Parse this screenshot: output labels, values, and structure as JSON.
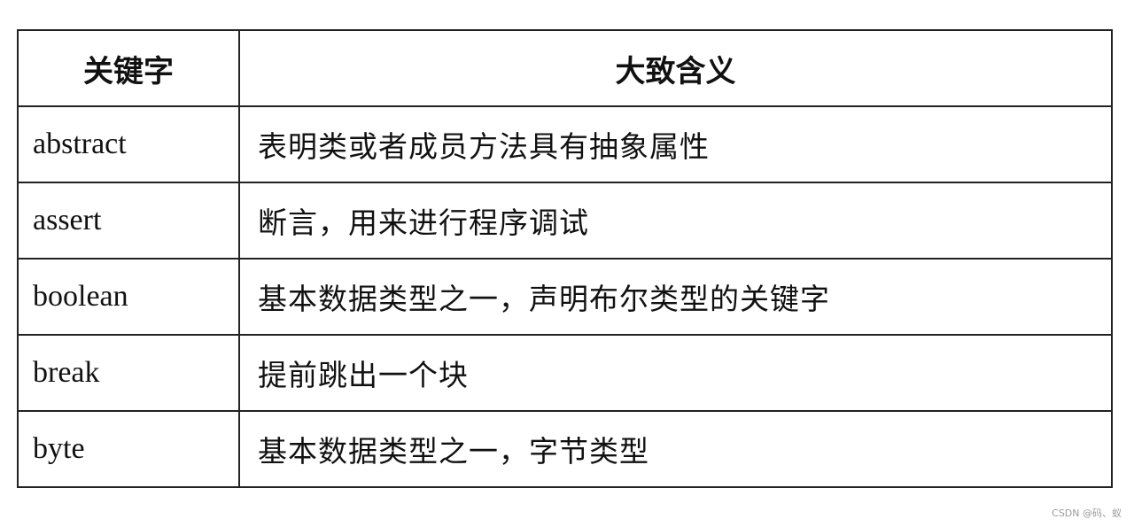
{
  "table": {
    "headers": {
      "keyword": "关键字",
      "meaning": "大致含义"
    },
    "rows": [
      {
        "keyword": "abstract",
        "meaning": "表明类或者成员方法具有抽象属性"
      },
      {
        "keyword": "assert",
        "meaning": "断言，用来进行程序调试"
      },
      {
        "keyword": "boolean",
        "meaning": "基本数据类型之一，声明布尔类型的关键字"
      },
      {
        "keyword": "break",
        "meaning": "提前跳出一个块"
      },
      {
        "keyword": "byte",
        "meaning": "基本数据类型之一，字节类型"
      }
    ]
  },
  "watermark": "CSDN @码、蚁"
}
